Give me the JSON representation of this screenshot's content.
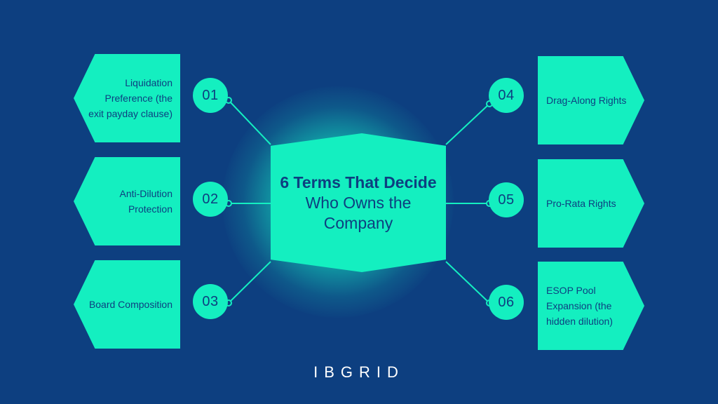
{
  "center": {
    "title_bold": "6 Terms That Decide",
    "title_rest": " Who Owns the Company"
  },
  "terms": [
    {
      "number": "01",
      "label": "Liquidation Preference (the exit payday clause)"
    },
    {
      "number": "02",
      "label": "Anti-Dilution Protection"
    },
    {
      "number": "03",
      "label": "Board Composition"
    },
    {
      "number": "04",
      "label": "Drag-Along Rights"
    },
    {
      "number": "05",
      "label": "Pro-Rata Rights"
    },
    {
      "number": "06",
      "label": "ESOP Pool Expansion (the hidden dilution)"
    }
  ],
  "brand": "IBGRID",
  "colors": {
    "background": "#0d3f80",
    "accent": "#14efc0",
    "text_dark": "#0d3f80",
    "text_light": "#ffffff"
  }
}
